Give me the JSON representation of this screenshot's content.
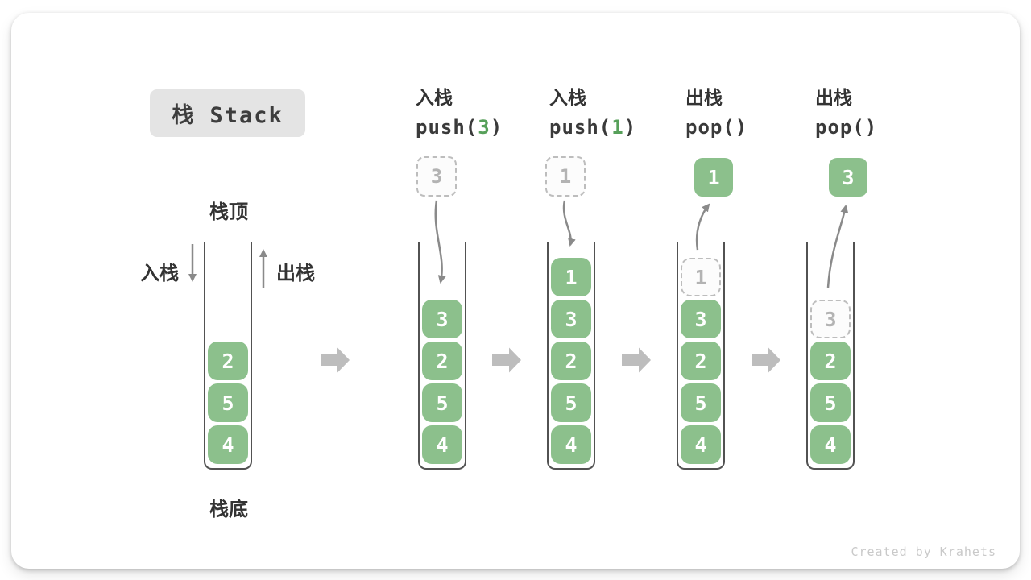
{
  "title": {
    "badge": "栈 Stack"
  },
  "labels": {
    "stack_top": "栈顶",
    "stack_bottom": "栈底",
    "push_side": "入栈",
    "pop_side": "出栈"
  },
  "operations": [
    {
      "label": "入栈",
      "code_pre": "push(",
      "code_num": "3",
      "code_post": ")"
    },
    {
      "label": "入栈",
      "code_pre": "push(",
      "code_num": "1",
      "code_post": ")"
    },
    {
      "label": "出栈",
      "code_pre": "pop(",
      "code_num": "",
      "code_post": ")"
    },
    {
      "label": "出栈",
      "code_pre": "pop(",
      "code_num": "",
      "code_post": ")"
    }
  ],
  "stacks": [
    [
      "2",
      "5",
      "4"
    ],
    [
      "3",
      "2",
      "5",
      "4"
    ],
    [
      "1",
      "3",
      "2",
      "5",
      "4"
    ],
    [
      "1",
      "3",
      "2",
      "5",
      "4"
    ],
    [
      "3",
      "2",
      "5",
      "4"
    ]
  ],
  "floats": [
    "3",
    "1",
    "1",
    "3"
  ],
  "colors": {
    "block_green": "#8cc08c",
    "code_num_green": "#57a05a",
    "badge_bg": "#e4e4e4",
    "arrow_gray": "#bdbdbd",
    "curve_arrow_gray": "#8a8a8a",
    "dashed_border": "#bdbdbd",
    "text_dark": "#333333"
  },
  "watermark": "Created by Krahets"
}
